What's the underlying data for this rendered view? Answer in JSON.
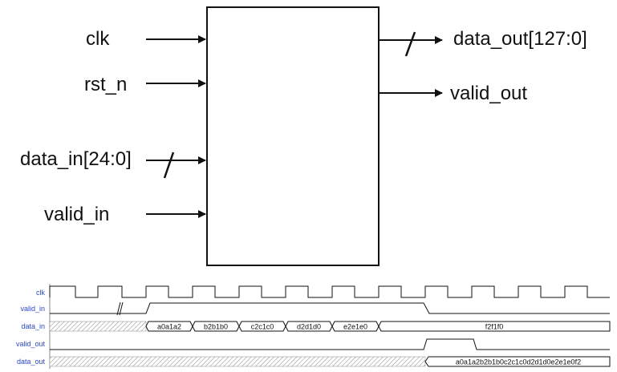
{
  "block": {
    "inputs": [
      {
        "label": "clk",
        "bus": false
      },
      {
        "label": "rst_n",
        "bus": false
      },
      {
        "label": "data_in[24:0]",
        "bus": true
      },
      {
        "label": "valid_in",
        "bus": false
      }
    ],
    "outputs": [
      {
        "label": "data_out[127:0]",
        "bus": true
      },
      {
        "label": "valid_out",
        "bus": false
      }
    ]
  },
  "waveform": {
    "signals": [
      {
        "label": "clk"
      },
      {
        "label": "valid_in"
      },
      {
        "label": "data_in",
        "values": [
          "a0a1a2",
          "b2b1b0",
          "c2c1c0",
          "d2d1d0",
          "e2e1e0",
          "f2f1f0"
        ]
      },
      {
        "label": "valid_out"
      },
      {
        "label": "data_out",
        "values": [
          "a0a1a2b2b1b0c2c1c0d2d1d0e2e1e0f2"
        ]
      }
    ]
  }
}
